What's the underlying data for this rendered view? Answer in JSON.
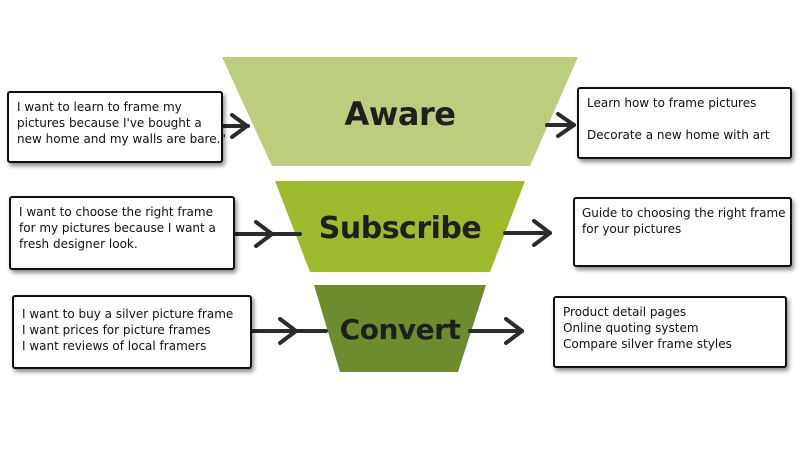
{
  "colors": {
    "aware_fill": "#bccd7e",
    "subscribe_fill": "#9dbb2c",
    "convert_fill": "#6e8c2e",
    "arrow": "#2b2b2b",
    "box_border": "#111111"
  },
  "stages": [
    {
      "label": "Aware",
      "left_box": {
        "lines": [
          "I want to learn to frame my",
          "pictures because I've bought a",
          "new home and my walls are bare.\""
        ]
      },
      "right_box": {
        "lines": [
          "Learn how to frame pictures",
          "",
          "Decorate a new home with art"
        ]
      }
    },
    {
      "label": "Subscribe",
      "left_box": {
        "lines": [
          "I want to choose the right frame",
          "for my pictures because I want a",
          "fresh designer look."
        ]
      },
      "right_box": {
        "lines": [
          "Guide to choosing the right frame",
          "for your pictures"
        ]
      }
    },
    {
      "label": "Convert",
      "left_box": {
        "lines": [
          "I want to buy a silver picture frame",
          "I want prices for picture frames",
          "I want reviews of local framers"
        ]
      },
      "right_box": {
        "lines": [
          "Product detail pages",
          "Online quoting system",
          "Compare silver frame styles"
        ]
      }
    }
  ]
}
